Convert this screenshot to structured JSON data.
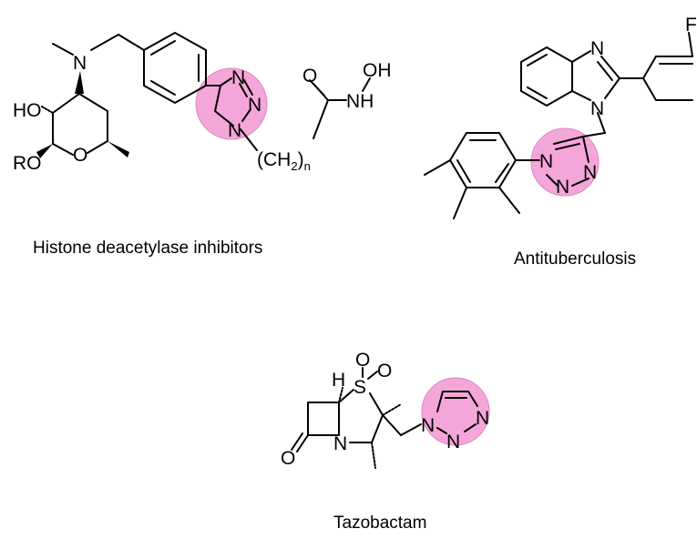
{
  "highlight_color": "#f5a6d8",
  "molecules": [
    {
      "caption": "Histone deacetylase inhibitors",
      "atoms": {
        "n_methyl": "N",
        "ho": "HO",
        "ro": "RO",
        "o_ring": "O",
        "triazole_n1": "N",
        "triazole_n2": "N",
        "triazole_n3": "N",
        "carbonyl_o": "O",
        "oh": "OH",
        "nh": "NH",
        "chain": "(CH",
        "chain_sub": "2",
        "chain_close": ")",
        "chain_n": "n"
      }
    },
    {
      "caption": "Antituberculosis",
      "atoms": {
        "imidazole_n_top": "N",
        "imidazole_n_bottom": "N",
        "triazole_n1": "N",
        "triazole_n2": "N",
        "triazole_n3": "N",
        "fluorine": "F"
      }
    },
    {
      "caption": "Tazobactam",
      "atoms": {
        "h": "H",
        "s": "S",
        "so_o1": "O",
        "so_o2": "O",
        "n_lactam": "N",
        "o_lactam": "O",
        "triazole_n1": "N",
        "triazole_n2": "N",
        "triazole_n3": "N"
      }
    }
  ]
}
